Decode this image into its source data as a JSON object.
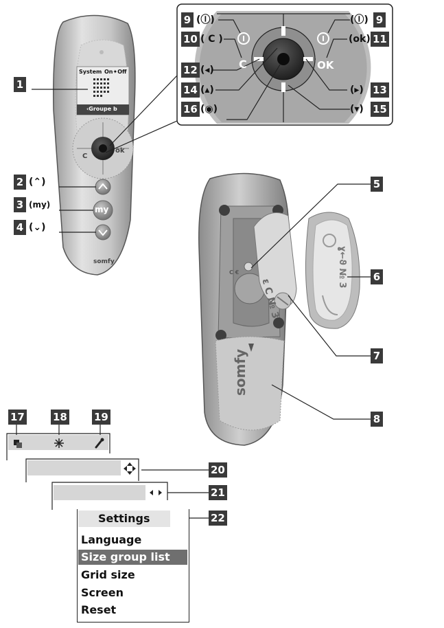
{
  "callouts": [
    "1",
    "2",
    "3",
    "4",
    "5",
    "6",
    "7",
    "8",
    "9",
    "9",
    "10",
    "11",
    "12",
    "13",
    "14",
    "15",
    "16",
    "17",
    "18",
    "19",
    "20",
    "21",
    "22"
  ],
  "symbols": {
    "power": "(Ⓘ)",
    "c": "( C )",
    "ok": "(ok)",
    "left": "(◂)",
    "right": "(▸)",
    "up": "(▴)",
    "down": "(▾)",
    "center": "(◉)",
    "up_btn": "(⌃)",
    "my_btn": "(my)",
    "down_btn": "(⌄)"
  },
  "remote": {
    "screen_system": "System",
    "screen_on_off": "On✦Off",
    "screen_group": "‹Groupe b",
    "key_c": "C",
    "key_ok": "ok",
    "key_my": "my",
    "brand": "somfy"
  },
  "zoom": {
    "key_c": "C",
    "key_ok": "OK"
  },
  "back": {
    "brand": "somfy",
    "sticker": "ε C № 3",
    "plate_text": "ɣ←ϑ № 3",
    "chip_label": "C €"
  },
  "menu": {
    "title": "Settings",
    "items": [
      "Language",
      "Size group list",
      "Grid size",
      "Screen",
      "Reset"
    ],
    "selected_index": 1
  },
  "icons": {
    "tab_17": "layers-icon",
    "tab_18": "sun-icon",
    "tab_19": "wrench-icon",
    "bar_20": "four-arrows-icon",
    "bar_21": "left-right-arrows-icon",
    "bar_22": "up-down-arrows-icon"
  }
}
